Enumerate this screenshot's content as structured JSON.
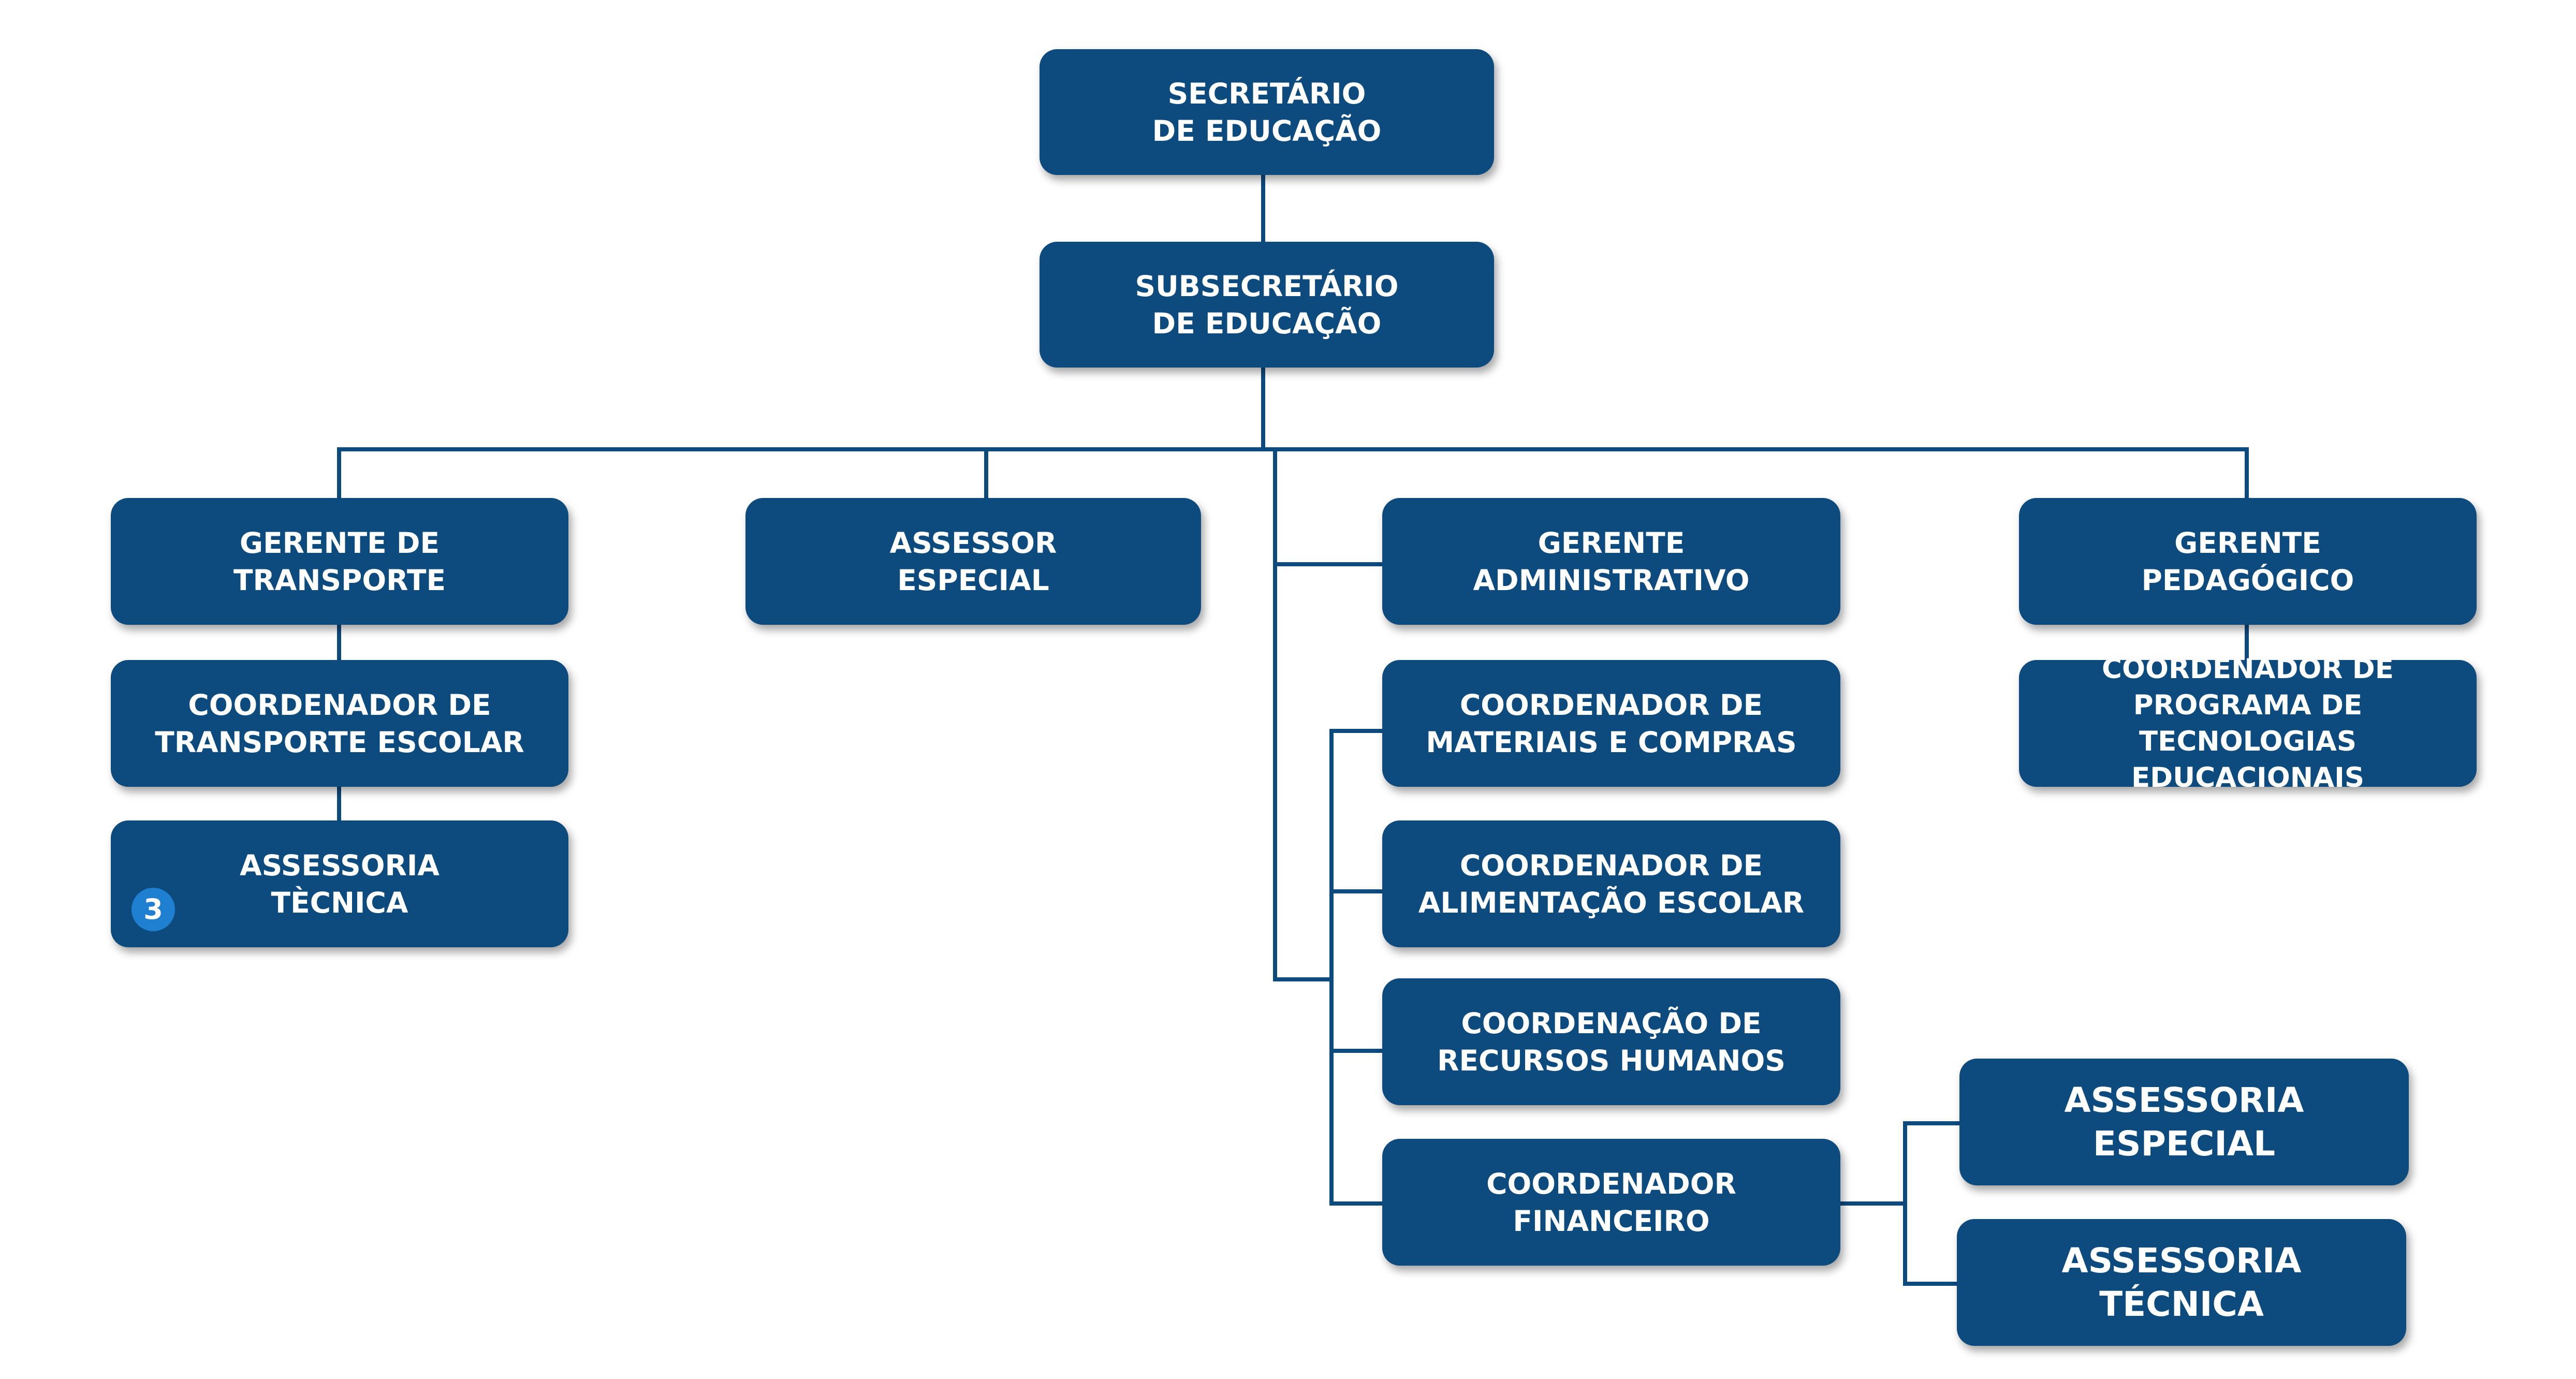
{
  "colors": {
    "box": "#0d4a7e",
    "line": "#0d4a7e",
    "badge": "#1f7fd0"
  },
  "nodes": {
    "secretario": {
      "line1": "SECRETÁRIO",
      "line2": "DE EDUCAÇÃO"
    },
    "subsecretario": {
      "line1": "SUBSECRETÁRIO",
      "line2": "DE EDUCAÇÃO"
    },
    "gerente_transporte": {
      "line1": "GERENTE DE",
      "line2": "TRANSPORTE"
    },
    "assessor_especial": {
      "line1": "ASSESSOR",
      "line2": "ESPECIAL"
    },
    "gerente_administrativo": {
      "line1": "GERENTE",
      "line2": "ADMINISTRATIVO"
    },
    "gerente_pedagogico": {
      "line1": "GERENTE",
      "line2": "PEDAGÓGICO"
    },
    "coord_transporte_escolar": {
      "line1": "COORDENADOR DE",
      "line2": "TRANSPORTE ESCOLAR"
    },
    "assessoria_tecnica_transporte": {
      "line1": "ASSESSORIA",
      "line2": "TÈCNICA",
      "badge": "3"
    },
    "coord_materiais": {
      "line1": "COORDENADOR DE",
      "line2": "MATERIAIS E COMPRAS"
    },
    "coord_alimentacao": {
      "line1": "COORDENADOR DE",
      "line2": "ALIMENTAÇÃO ESCOLAR"
    },
    "coord_rh": {
      "line1": "COORDENAÇÃO DE",
      "line2": "RECURSOS HUMANOS"
    },
    "coord_financeiro": {
      "line1": "COORDENADOR",
      "line2": "FINANCEIRO"
    },
    "coord_tecnologias": {
      "line1": "COORDENADOR  DE",
      "line2": "PROGRAMA DE TECNOLOGIAS",
      "line3": "EDUCACIONAIS"
    },
    "assessoria_especial_fin": {
      "line1": "ASSESSORIA",
      "line2": "ESPECIAL"
    },
    "assessoria_tecnica_fin": {
      "line1": "ASSESSORIA",
      "line2": "TÉCNICA"
    }
  }
}
